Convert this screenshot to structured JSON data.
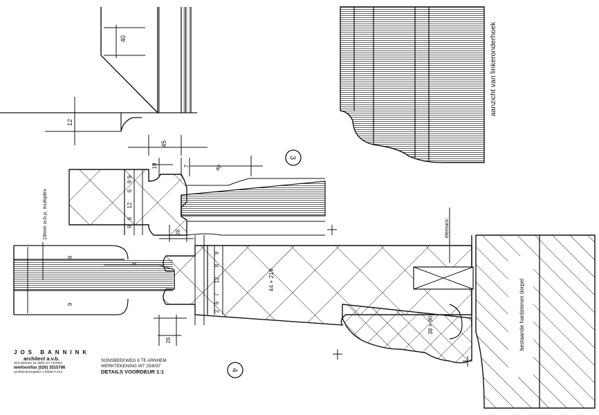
{
  "dimensions": {
    "d40": "40",
    "d12": "12",
    "d45": "45",
    "d19": "19",
    "d7": "7",
    "d40b": "40",
    "d26_upper": "26",
    "d26_lower": "26",
    "upper_stack": [
      "9",
      "6",
      "12",
      "6",
      "9",
      "9"
    ],
    "lower_stack": [
      "9",
      "8",
      "12",
      "7",
      "6",
      "2"
    ],
    "d3": "3",
    "d9_left_top": "9",
    "d9_left_bottom": "9"
  },
  "labels": {
    "multiplex": "18mm w.b.p. multiplex",
    "stile": "44 × 219",
    "sill": "38 × 90",
    "elemaric": "elemaric",
    "dorpel": "bestaande hardstenen dorpel",
    "aanzicht": "aanzicht van linkeronderhoek"
  },
  "markers": {
    "detail_3": "3",
    "detail_4": "4"
  },
  "titleblock": {
    "firm": "JOS BANNINK",
    "firm_sub": "architect a.v.b.",
    "address": "Stra Marnen 51   6801 ET Arnhem",
    "phone": "telefoon/fax (026) 3515786",
    "reg": "architectenregister 1.930617.014"
  },
  "project": {
    "line1": "SONSBEEKWEG 8 TE ARNHEM",
    "line2": "WERKTEKENING W7 25/8/97",
    "line3": "DETAILS VOORDEUR 1:1"
  }
}
